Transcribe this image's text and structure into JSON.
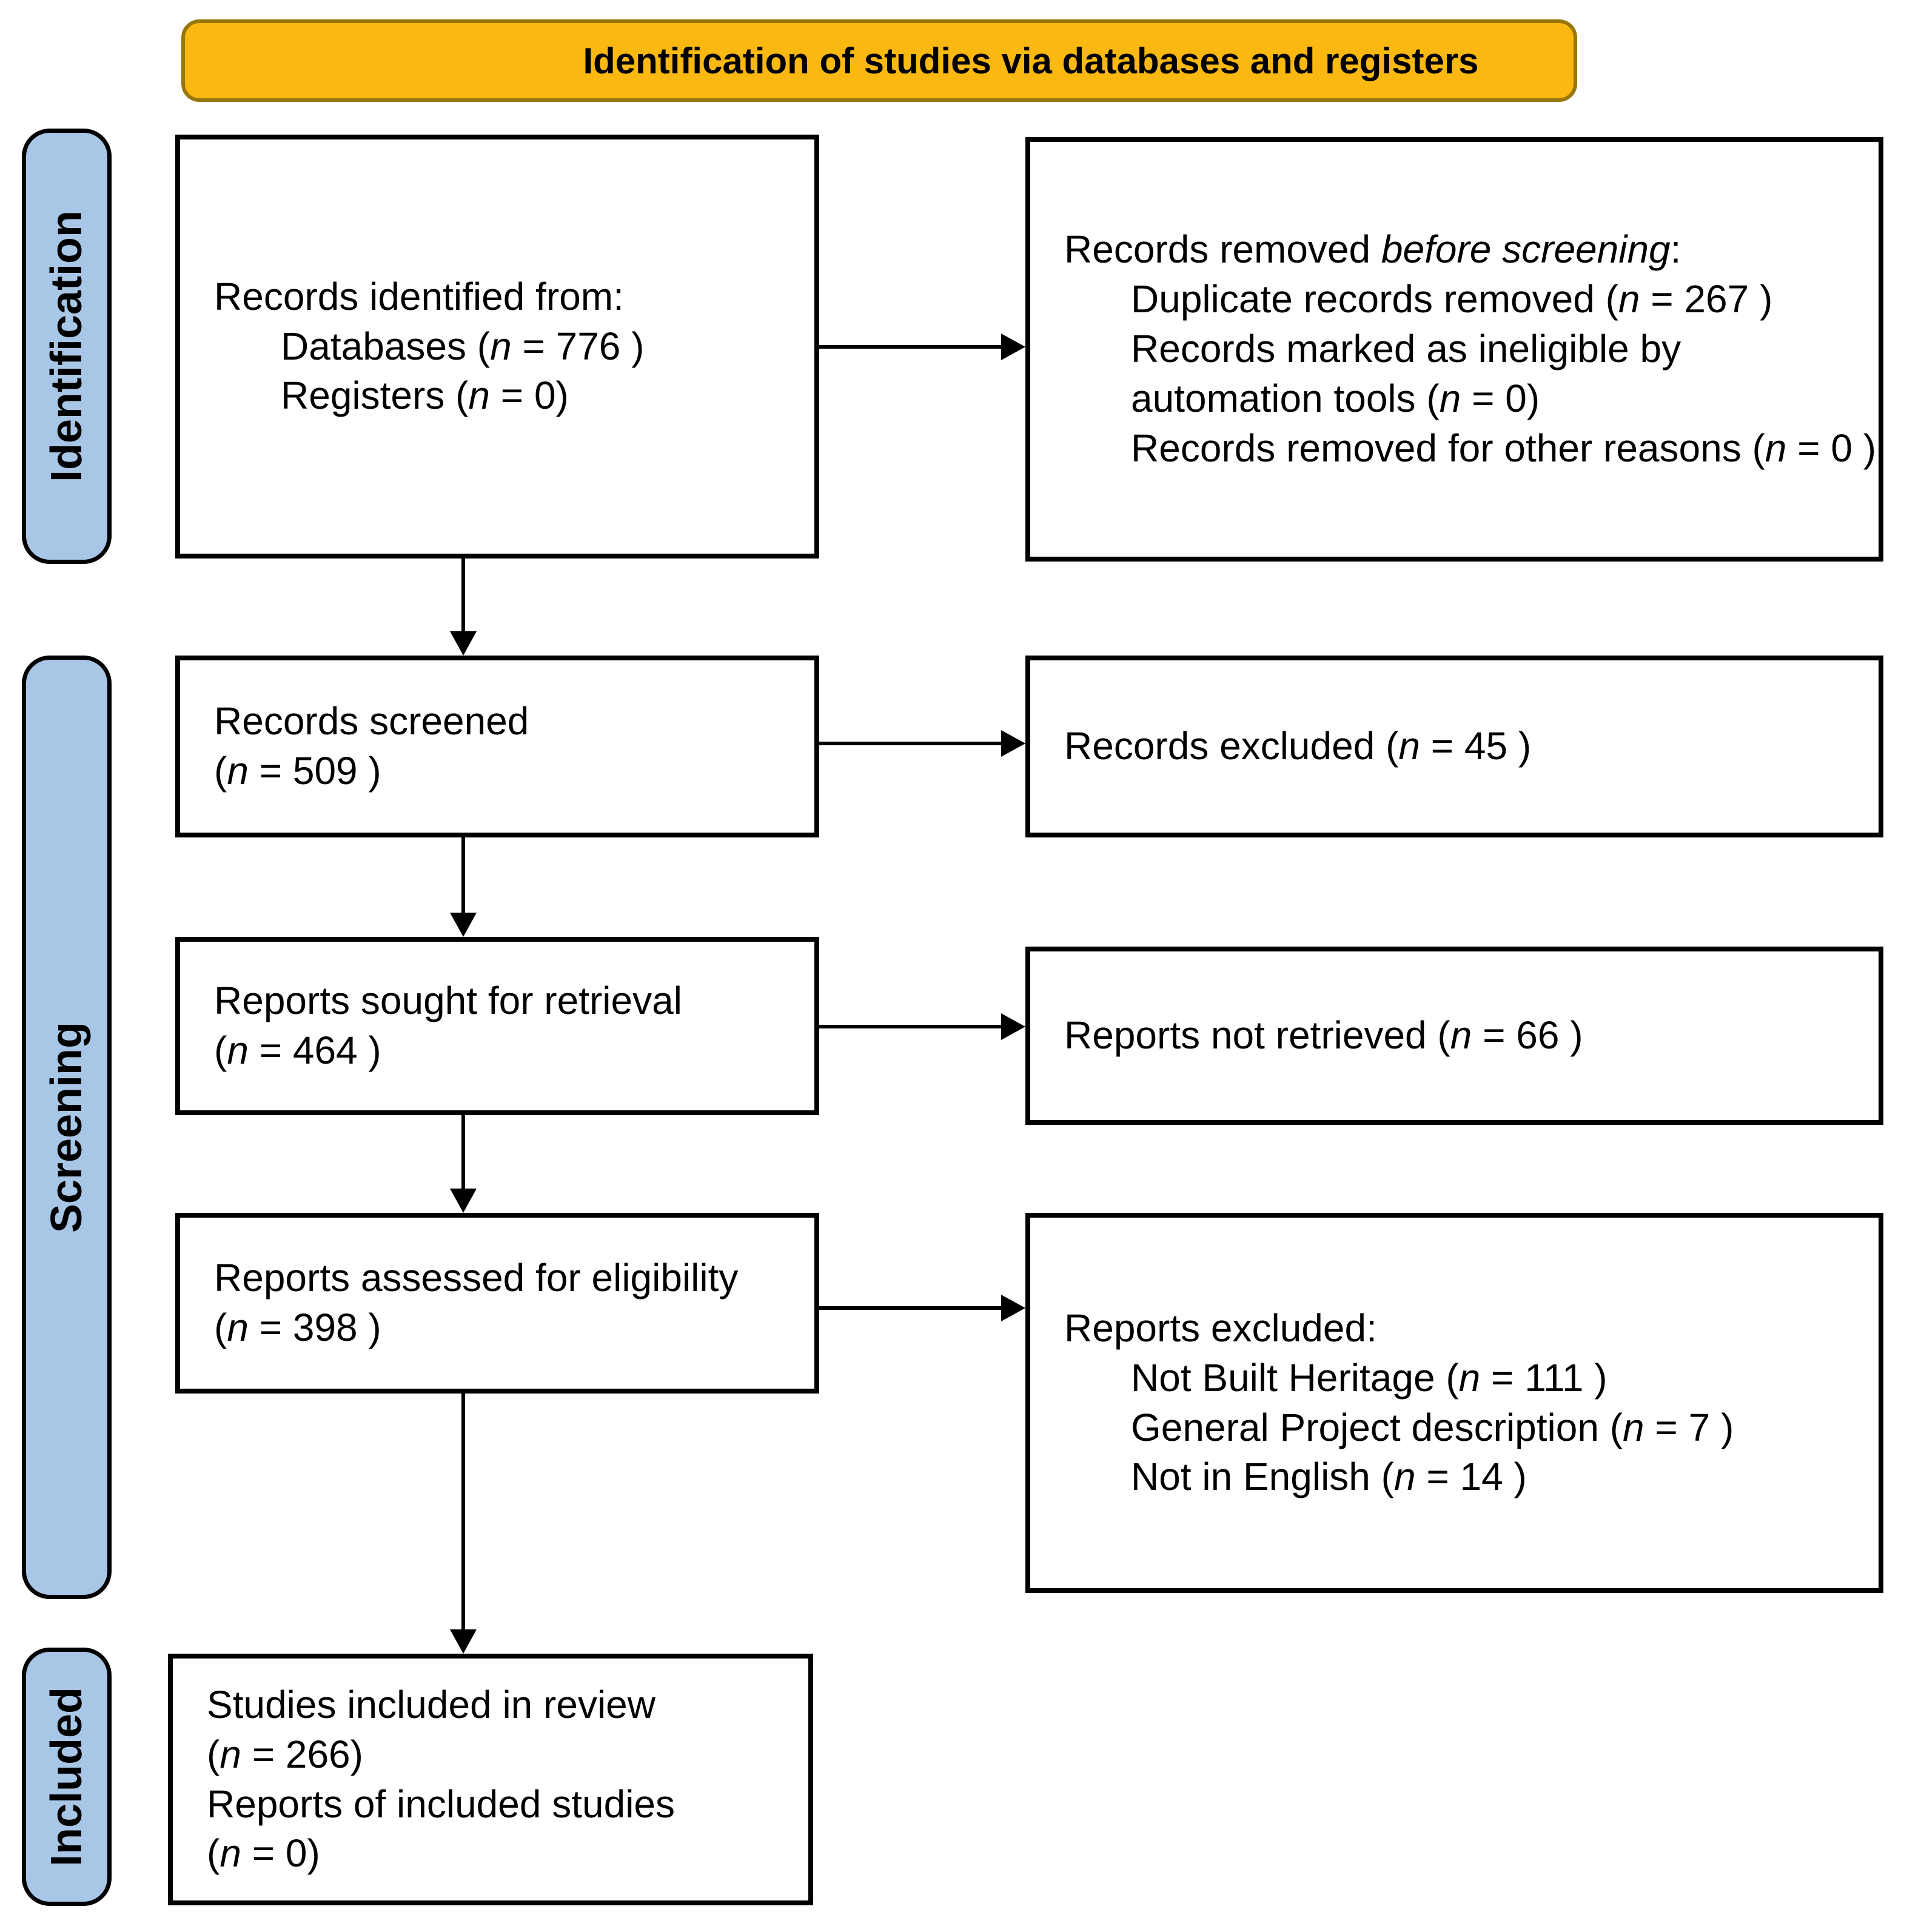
{
  "banner": {
    "title": "Identification of studies via databases and registers"
  },
  "sidebar": {
    "items": [
      {
        "label": "Identification"
      },
      {
        "label": "Screening"
      },
      {
        "label": "Included"
      }
    ]
  },
  "flow": {
    "records_identified": {
      "lines": [
        {
          "text": "Records identified from:",
          "indent": false
        },
        {
          "text": "Databases (*n* = 776 )",
          "indent": true
        },
        {
          "text": "Registers (*n* = 0)",
          "indent": true
        }
      ]
    },
    "records_removed": {
      "lines": [
        {
          "text": "Records removed *before screening*:",
          "indent": false
        },
        {
          "text": "Duplicate records removed  (*n* = 267 )",
          "indent": true
        },
        {
          "text": "Records marked as ineligible by",
          "indent": true
        },
        {
          "text": "automation tools (*n* = 0)",
          "indent": true
        },
        {
          "text": "Records removed for other reasons (*n* = 0 )",
          "indent": true
        }
      ]
    },
    "records_screened": {
      "lines": [
        {
          "text": "Records screened",
          "indent": false
        },
        {
          "text": "(*n* = 509 )",
          "indent": false
        }
      ]
    },
    "records_excluded": {
      "lines": [
        {
          "text": "Records excluded (*n* = 45 )",
          "indent": false
        }
      ]
    },
    "reports_sought": {
      "lines": [
        {
          "text": "Reports sought for retrieval",
          "indent": false
        },
        {
          "text": "(*n* = 464 )",
          "indent": false
        }
      ]
    },
    "reports_not_retrieved": {
      "lines": [
        {
          "text": "Reports not retrieved (*n* = 66 )",
          "indent": false
        }
      ]
    },
    "reports_assessed": {
      "lines": [
        {
          "text": "Reports assessed for eligibility",
          "indent": false
        },
        {
          "text": "(*n* = 398 )",
          "indent": false
        }
      ]
    },
    "reports_excluded": {
      "lines": [
        {
          "text": "Reports excluded:",
          "indent": false
        },
        {
          "text": "Not Built Heritage (*n* = 111 )",
          "indent": true
        },
        {
          "text": "General Project description (*n* = 7 )",
          "indent": true
        },
        {
          "text": "Not in English (*n* = 14 )",
          "indent": true
        }
      ]
    },
    "studies_included": {
      "lines": [
        {
          "text": "Studies included in review",
          "indent": false
        },
        {
          "text": "(*n* = 266)",
          "indent": false
        },
        {
          "text": "Reports of included studies",
          "indent": false
        },
        {
          "text": "(*n* = 0)",
          "indent": false
        }
      ]
    }
  },
  "colors": {
    "banner_fill": "#FAB810",
    "banner_border": "#97760A",
    "sidebar_fill": "#A8C6E6",
    "box_border": "#000000",
    "arrow": "#000000"
  }
}
